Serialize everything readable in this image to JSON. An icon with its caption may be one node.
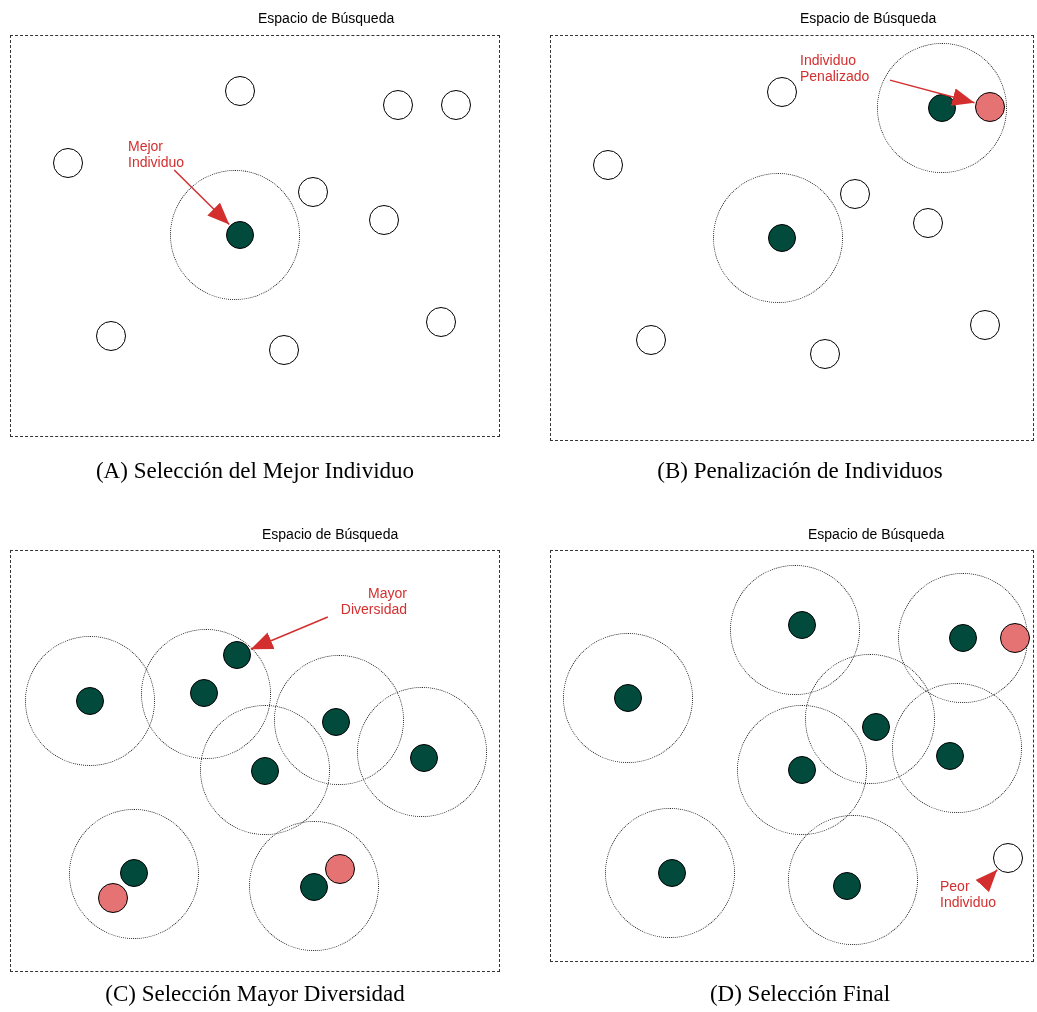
{
  "diagram": {
    "nodes": [
      {
        "text": [
          "Espacio de Búsqueda"
        ],
        "beside": [
          "(A) Selección del Mejor Individuo"
        ]
      },
      {
        "text": [
          "Mejor Individuo"
        ],
        "in": 0
      },
      {
        "text": [],
        "shape": "circle",
        "in": 0
      },
      {
        "text": [],
        "shape": "circle",
        "in": 0
      },
      {
        "text": [],
        "shape": "circle",
        "in": 0
      },
      {
        "text": [],
        "shape": "circle",
        "in": 0
      },
      {
        "text": [],
        "shape": "circle",
        "in": 0
      },
      {
        "text": [],
        "shape": "circle",
        "in": 0
      },
      {
        "text": [],
        "shape": "circle",
        "in": 0
      },
      {
        "text": [],
        "shape": "circle",
        "in": 0
      },
      {
        "text": [],
        "shape": "circle",
        "in": 0
      },
      {
        "text": [],
        "shape": "circle",
        "in": 0
      },
      {
        "text": [
          "Espacio de Búsqueda"
        ],
        "beside": [
          "(B) Penalización de Individuos"
        ]
      },
      {
        "text": [
          "Individuo Penalizado"
        ],
        "in": 12
      },
      {
        "text": [],
        "shape": "circle",
        "in": 12
      },
      {
        "text": [],
        "shape": "circle",
        "in": 12
      },
      {
        "text": [],
        "shape": "circle",
        "in": 12
      },
      {
        "text": [],
        "shape": "circle",
        "in": 12
      },
      {
        "text": [],
        "shape": "circle",
        "in": 12
      },
      {
        "text": [],
        "shape": "circle",
        "in": 12
      },
      {
        "text": [],
        "shape": "circle",
        "in": 12
      },
      {
        "text": [],
        "shape": "circle",
        "in": 12
      },
      {
        "text": [],
        "shape": "circle",
        "in": 12
      },
      {
        "text": [],
        "shape": "circle",
        "in": 12
      },
      {
        "text": [
          "Espacio de Búsqueda"
        ],
        "beside": [
          "(C) Selección Mayor Diversidad"
        ]
      },
      {
        "text": [
          "Mayor Diversidad"
        ],
        "in": 24
      },
      {
        "text": [],
        "shape": "circle",
        "in": 24
      },
      {
        "text": [],
        "shape": "circle",
        "in": 24
      },
      {
        "text": [],
        "shape": "circle",
        "in": 24
      },
      {
        "text": [],
        "shape": "circle",
        "in": 24
      },
      {
        "text": [],
        "shape": "circle",
        "in": 24
      },
      {
        "text": [],
        "shape": "circle",
        "in": 24
      },
      {
        "text": [],
        "shape": "circle",
        "in": 24
      },
      {
        "text": [],
        "shape": "circle",
        "in": 24
      },
      {
        "text": [],
        "shape": "circle",
        "in": 24
      },
      {
        "text": [],
        "shape": "circle",
        "in": 24
      },
      {
        "text": [
          "Espacio de Búsqueda"
        ],
        "beside": [
          "(D) Selección Final"
        ]
      },
      {
        "text": [
          "Peor Individuo"
        ],
        "in": 36
      },
      {
        "text": [],
        "shape": "circle",
        "in": 36
      },
      {
        "text": [],
        "shape": "circle",
        "in": 36
      },
      {
        "text": [],
        "shape": "circle",
        "in": 36
      },
      {
        "text": [],
        "shape": "circle",
        "in": 36
      },
      {
        "text": [],
        "shape": "circle",
        "in": 36
      },
      {
        "text": [],
        "shape": "circle",
        "in": 36
      },
      {
        "text": [],
        "shape": "circle",
        "in": 36
      },
      {
        "text": [],
        "shape": "circle",
        "in": 36
      },
      {
        "text": [],
        "shape": "circle",
        "in": 36
      },
      {
        "text": [],
        "shape": "circle",
        "in": 36
      }
    ],
    "edges": [
      {
        "from": 1,
        "to": 8,
        "arrow": "to"
      },
      {
        "from": 13,
        "to": 15,
        "arrow": "to"
      },
      {
        "from": 25,
        "to": 26,
        "arrow": "to"
      },
      {
        "from": 37,
        "to": 45,
        "arrow": "to"
      }
    ]
  }
}
